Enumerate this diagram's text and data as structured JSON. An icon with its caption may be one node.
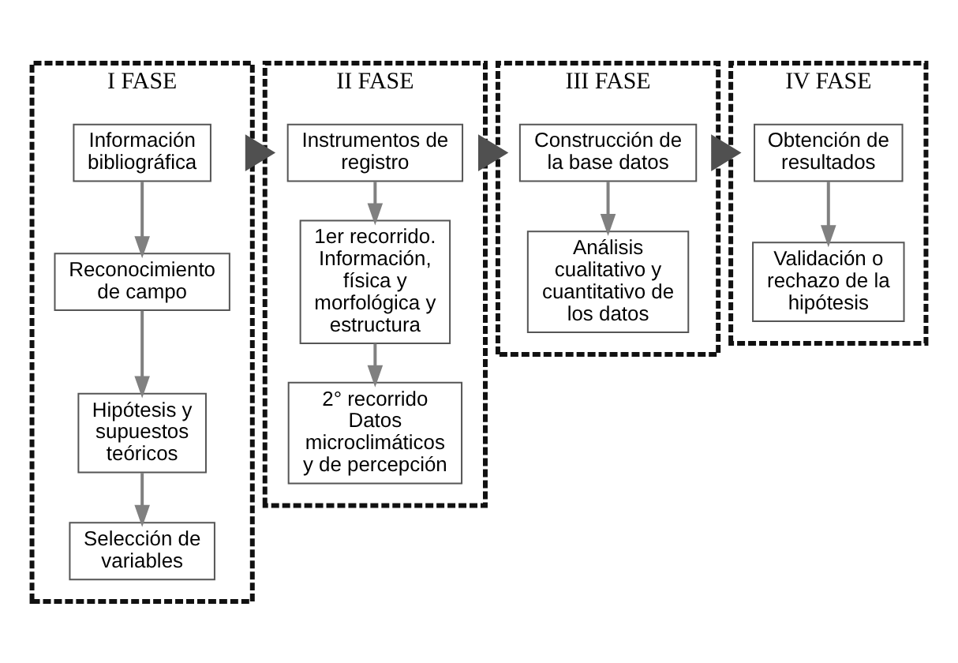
{
  "diagram": {
    "nodes": [
      {
        "text": [
          "I FASE"
        ]
      },
      {
        "text": [
          "Información bibliográfica"
        ],
        "in": 0
      },
      {
        "text": [
          "Reconocimiento de campo"
        ],
        "in": 0
      },
      {
        "text": [
          "Hipótesis y supuestos teóricos"
        ],
        "in": 0
      },
      {
        "text": [
          "Selección de variables"
        ],
        "in": 0
      },
      {
        "text": [
          "II FASE"
        ]
      },
      {
        "text": [
          "Instrumentos de registro"
        ],
        "in": 5
      },
      {
        "text": [
          "1er recorrido. Información, física y morfológica y estructura"
        ],
        "in": 5
      },
      {
        "text": [
          "2° recorrido Datos microclimáticos y de percepción"
        ],
        "in": 5
      },
      {
        "text": [
          "III FASE"
        ]
      },
      {
        "text": [
          "Construcción de la base datos"
        ],
        "in": 9
      },
      {
        "text": [
          "Análisis cualitativo y cuantitativo de los datos"
        ],
        "in": 9
      },
      {
        "text": [
          "IV FASE"
        ]
      },
      {
        "text": [
          "Obtención de resultados"
        ],
        "in": 12
      },
      {
        "text": [
          "Validación o rechazo de la hipótesis"
        ],
        "in": 12
      }
    ],
    "edges": [
      {
        "from": 1,
        "to": 2,
        "arrow": "to"
      },
      {
        "from": 2,
        "to": 3,
        "arrow": "to"
      },
      {
        "from": 3,
        "to": 4,
        "arrow": "to"
      },
      {
        "from": 6,
        "to": 7,
        "arrow": "to"
      },
      {
        "from": 7,
        "to": 8,
        "arrow": "to"
      },
      {
        "from": 10,
        "to": 11,
        "arrow": "to"
      },
      {
        "from": 13,
        "to": 14,
        "arrow": "to"
      },
      {
        "from": 0,
        "to": 5,
        "arrow": "to",
        "style": "thick",
        "color": "#505050"
      },
      {
        "from": 5,
        "to": 9,
        "arrow": "to",
        "style": "thick",
        "color": "#505050"
      },
      {
        "from": 9,
        "to": 12,
        "arrow": "to",
        "style": "thick",
        "color": "#505050"
      }
    ]
  }
}
